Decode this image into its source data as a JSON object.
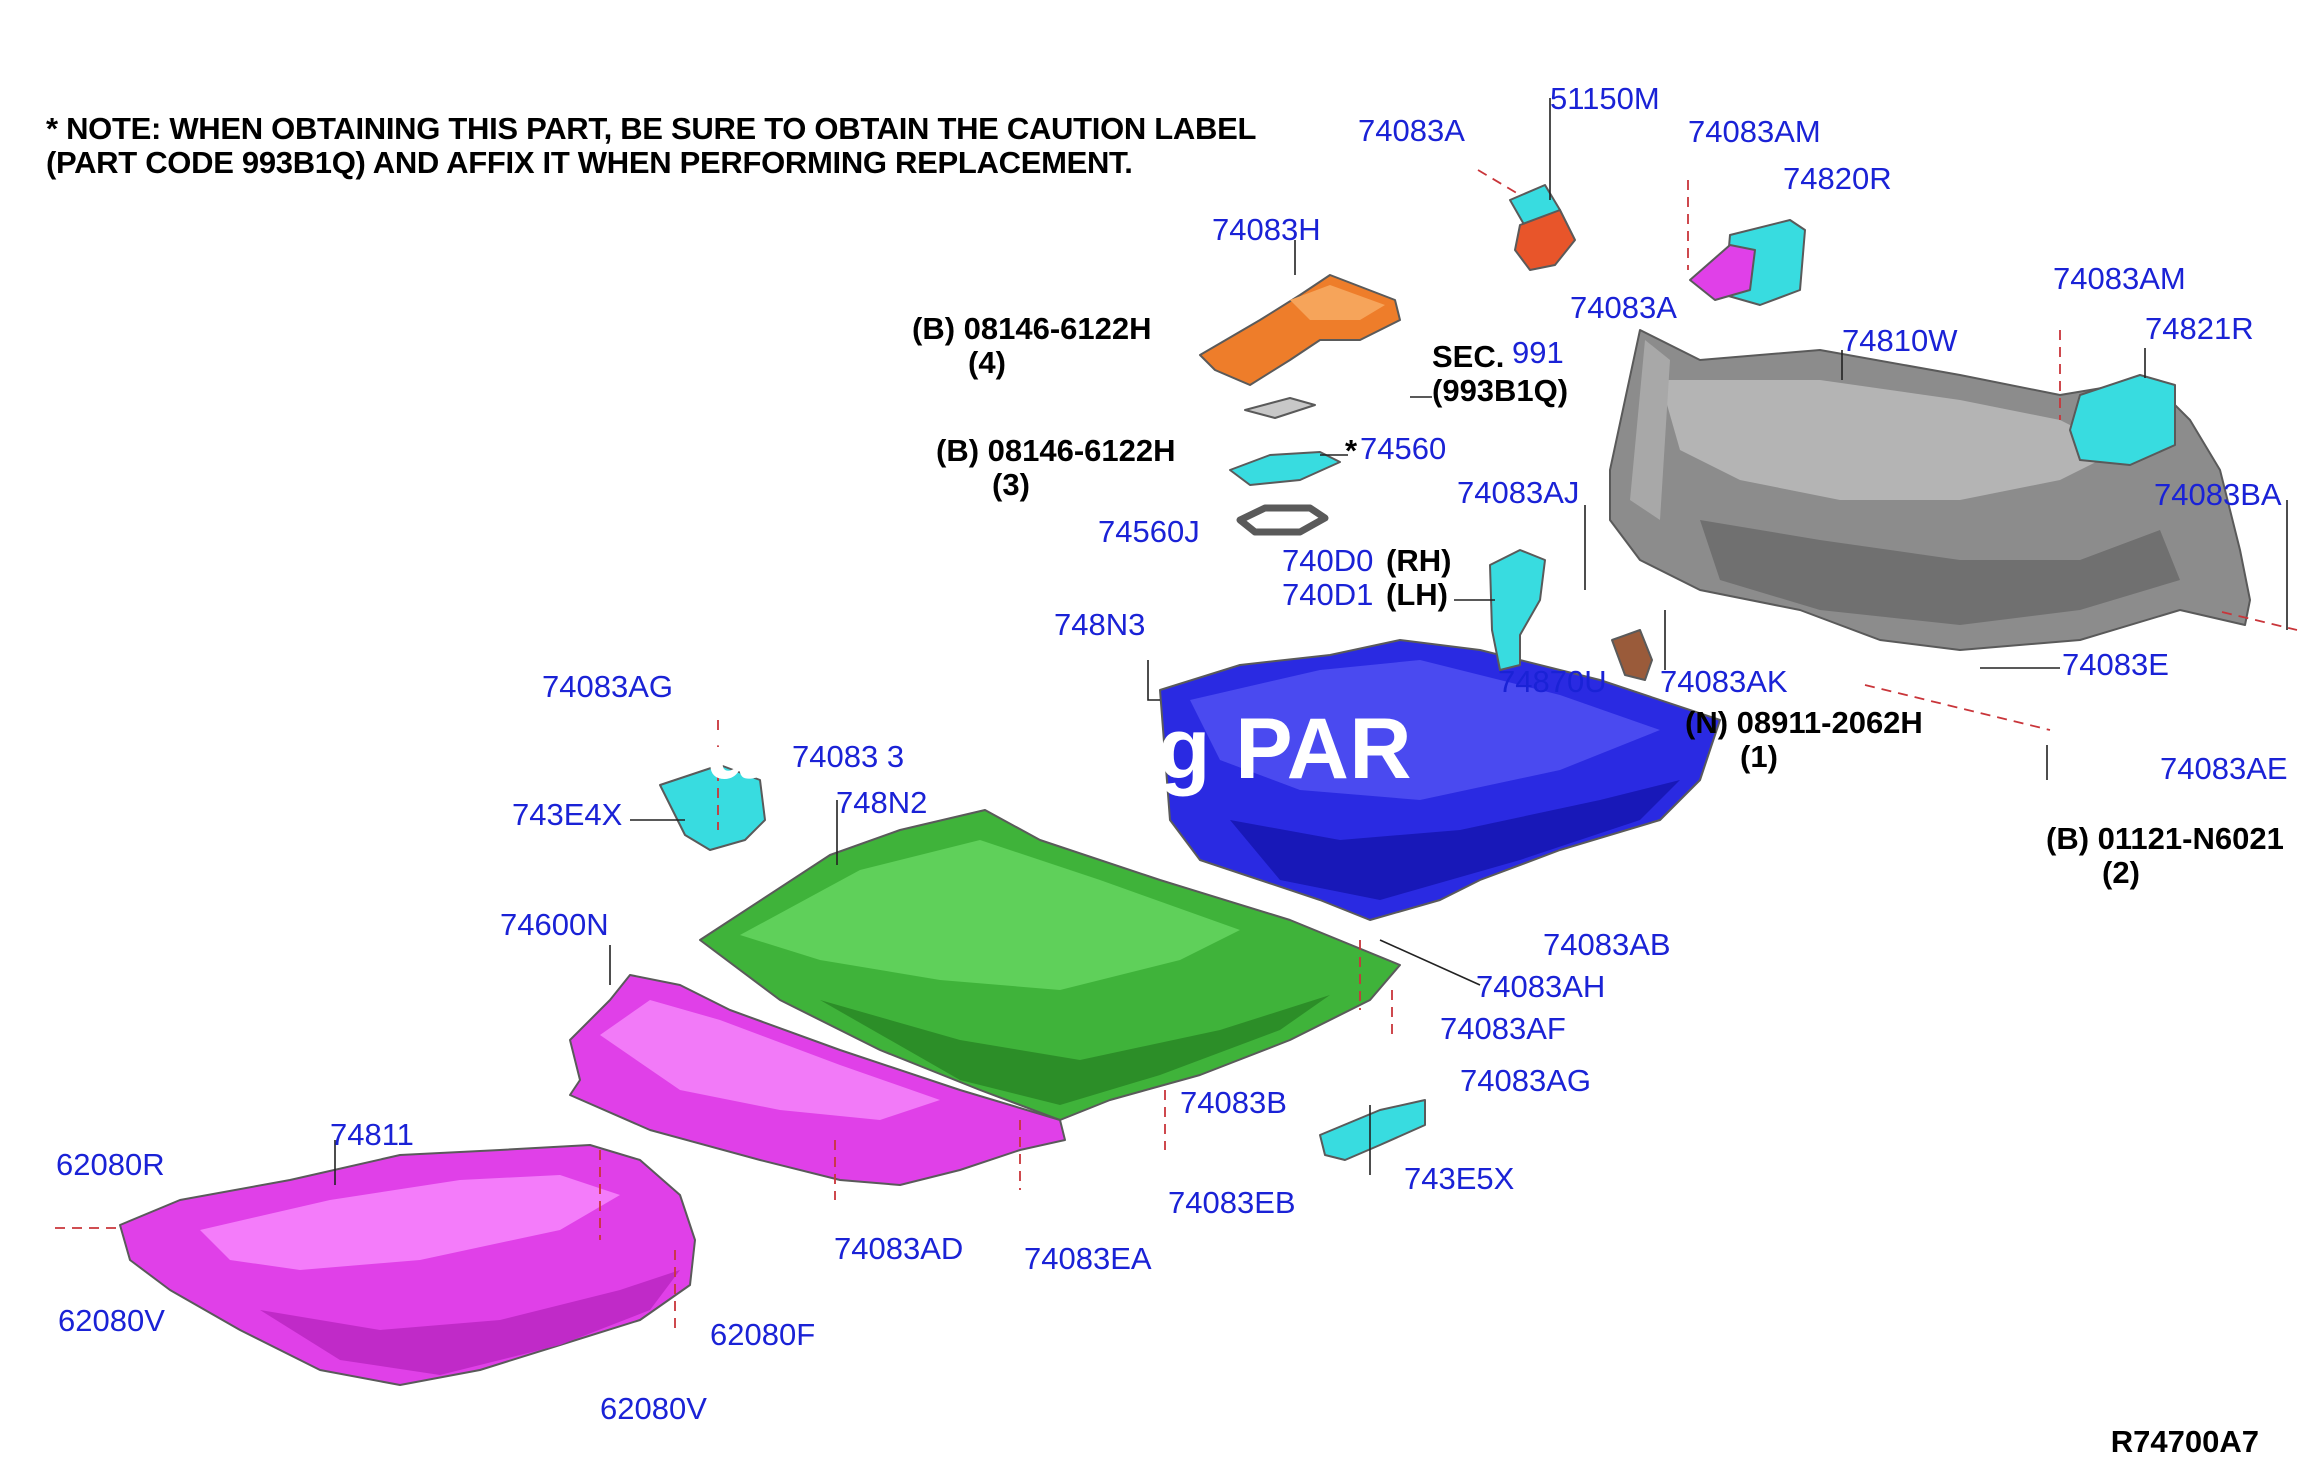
{
  "note": {
    "line1": "* NOTE: WHEN OBTAINING THIS PART, BE SURE TO OBTAIN THE CAUTION LABEL",
    "line2": "(PART CODE 993B1Q) AND AFFIX IT WHEN PERFORMING REPLACEMENT."
  },
  "watermark": "Parts Catalog PAR",
  "diagram_code": "R74700A7",
  "colors": {
    "label_blue": "#1a22d6",
    "green_cover": "#3fb33a",
    "blue_cover": "#2828e0",
    "magenta_cover": "#e040e8",
    "gray_cover": "#8a8a8a",
    "cyan_bracket": "#38dce0",
    "orange_part": "#ee7d2a",
    "leader_dash": "#c9353a"
  },
  "labels": {
    "p51150M": "51150M",
    "p74083A_1": "74083A",
    "p74083AM_1": "74083AM",
    "p74820R": "74820R",
    "p74083H": "74083H",
    "p74083A_2": "74083A",
    "p08146_4": "(B) 08146-6122H",
    "p08146_4q": "(4)",
    "sec": "SEC.",
    "sec_num": "991",
    "sec_code": "(993B1Q)",
    "p74810W": "74810W",
    "p74083AM_2": "74083AM",
    "p74821R": "74821R",
    "p08146_3": "(B) 08146-6122H",
    "p08146_3q": "(3)",
    "star": "*",
    "p74560": "74560",
    "p74083AJ": "74083AJ",
    "p74083BA": "74083BA",
    "p74560J": "74560J",
    "p740D0": "740D0",
    "rh": "(RH)",
    "p740D1": "740D1",
    "lh": "(LH)",
    "p748N3": "748N3",
    "p74083E": "74083E",
    "p74870U": "74870U",
    "p74083AK": "74083AK",
    "p08911": "(N) 08911-2062H",
    "p08911q": "(1)",
    "p74083AG_1": "74083AG",
    "p74083_3": "74083 3",
    "p74083AE": "74083AE",
    "p743E4X": "743E4X",
    "p748N2": "748N2",
    "p01121": "(B) 01121-N6021",
    "p01121q": "(2)",
    "p74600N": "74600N",
    "p74083AB": "74083AB",
    "p74083AH": "74083AH",
    "p74083AF": "74083AF",
    "p74083AG_2": "74083AG",
    "p74083B": "74083B",
    "p74811": "74811",
    "p62080R": "62080R",
    "p743E5X": "743E5X",
    "p74083EB": "74083EB",
    "p74083AD": "74083AD",
    "p74083EA": "74083EA",
    "p62080V_1": "62080V",
    "p62080F": "62080F",
    "p62080V_2": "62080V"
  }
}
